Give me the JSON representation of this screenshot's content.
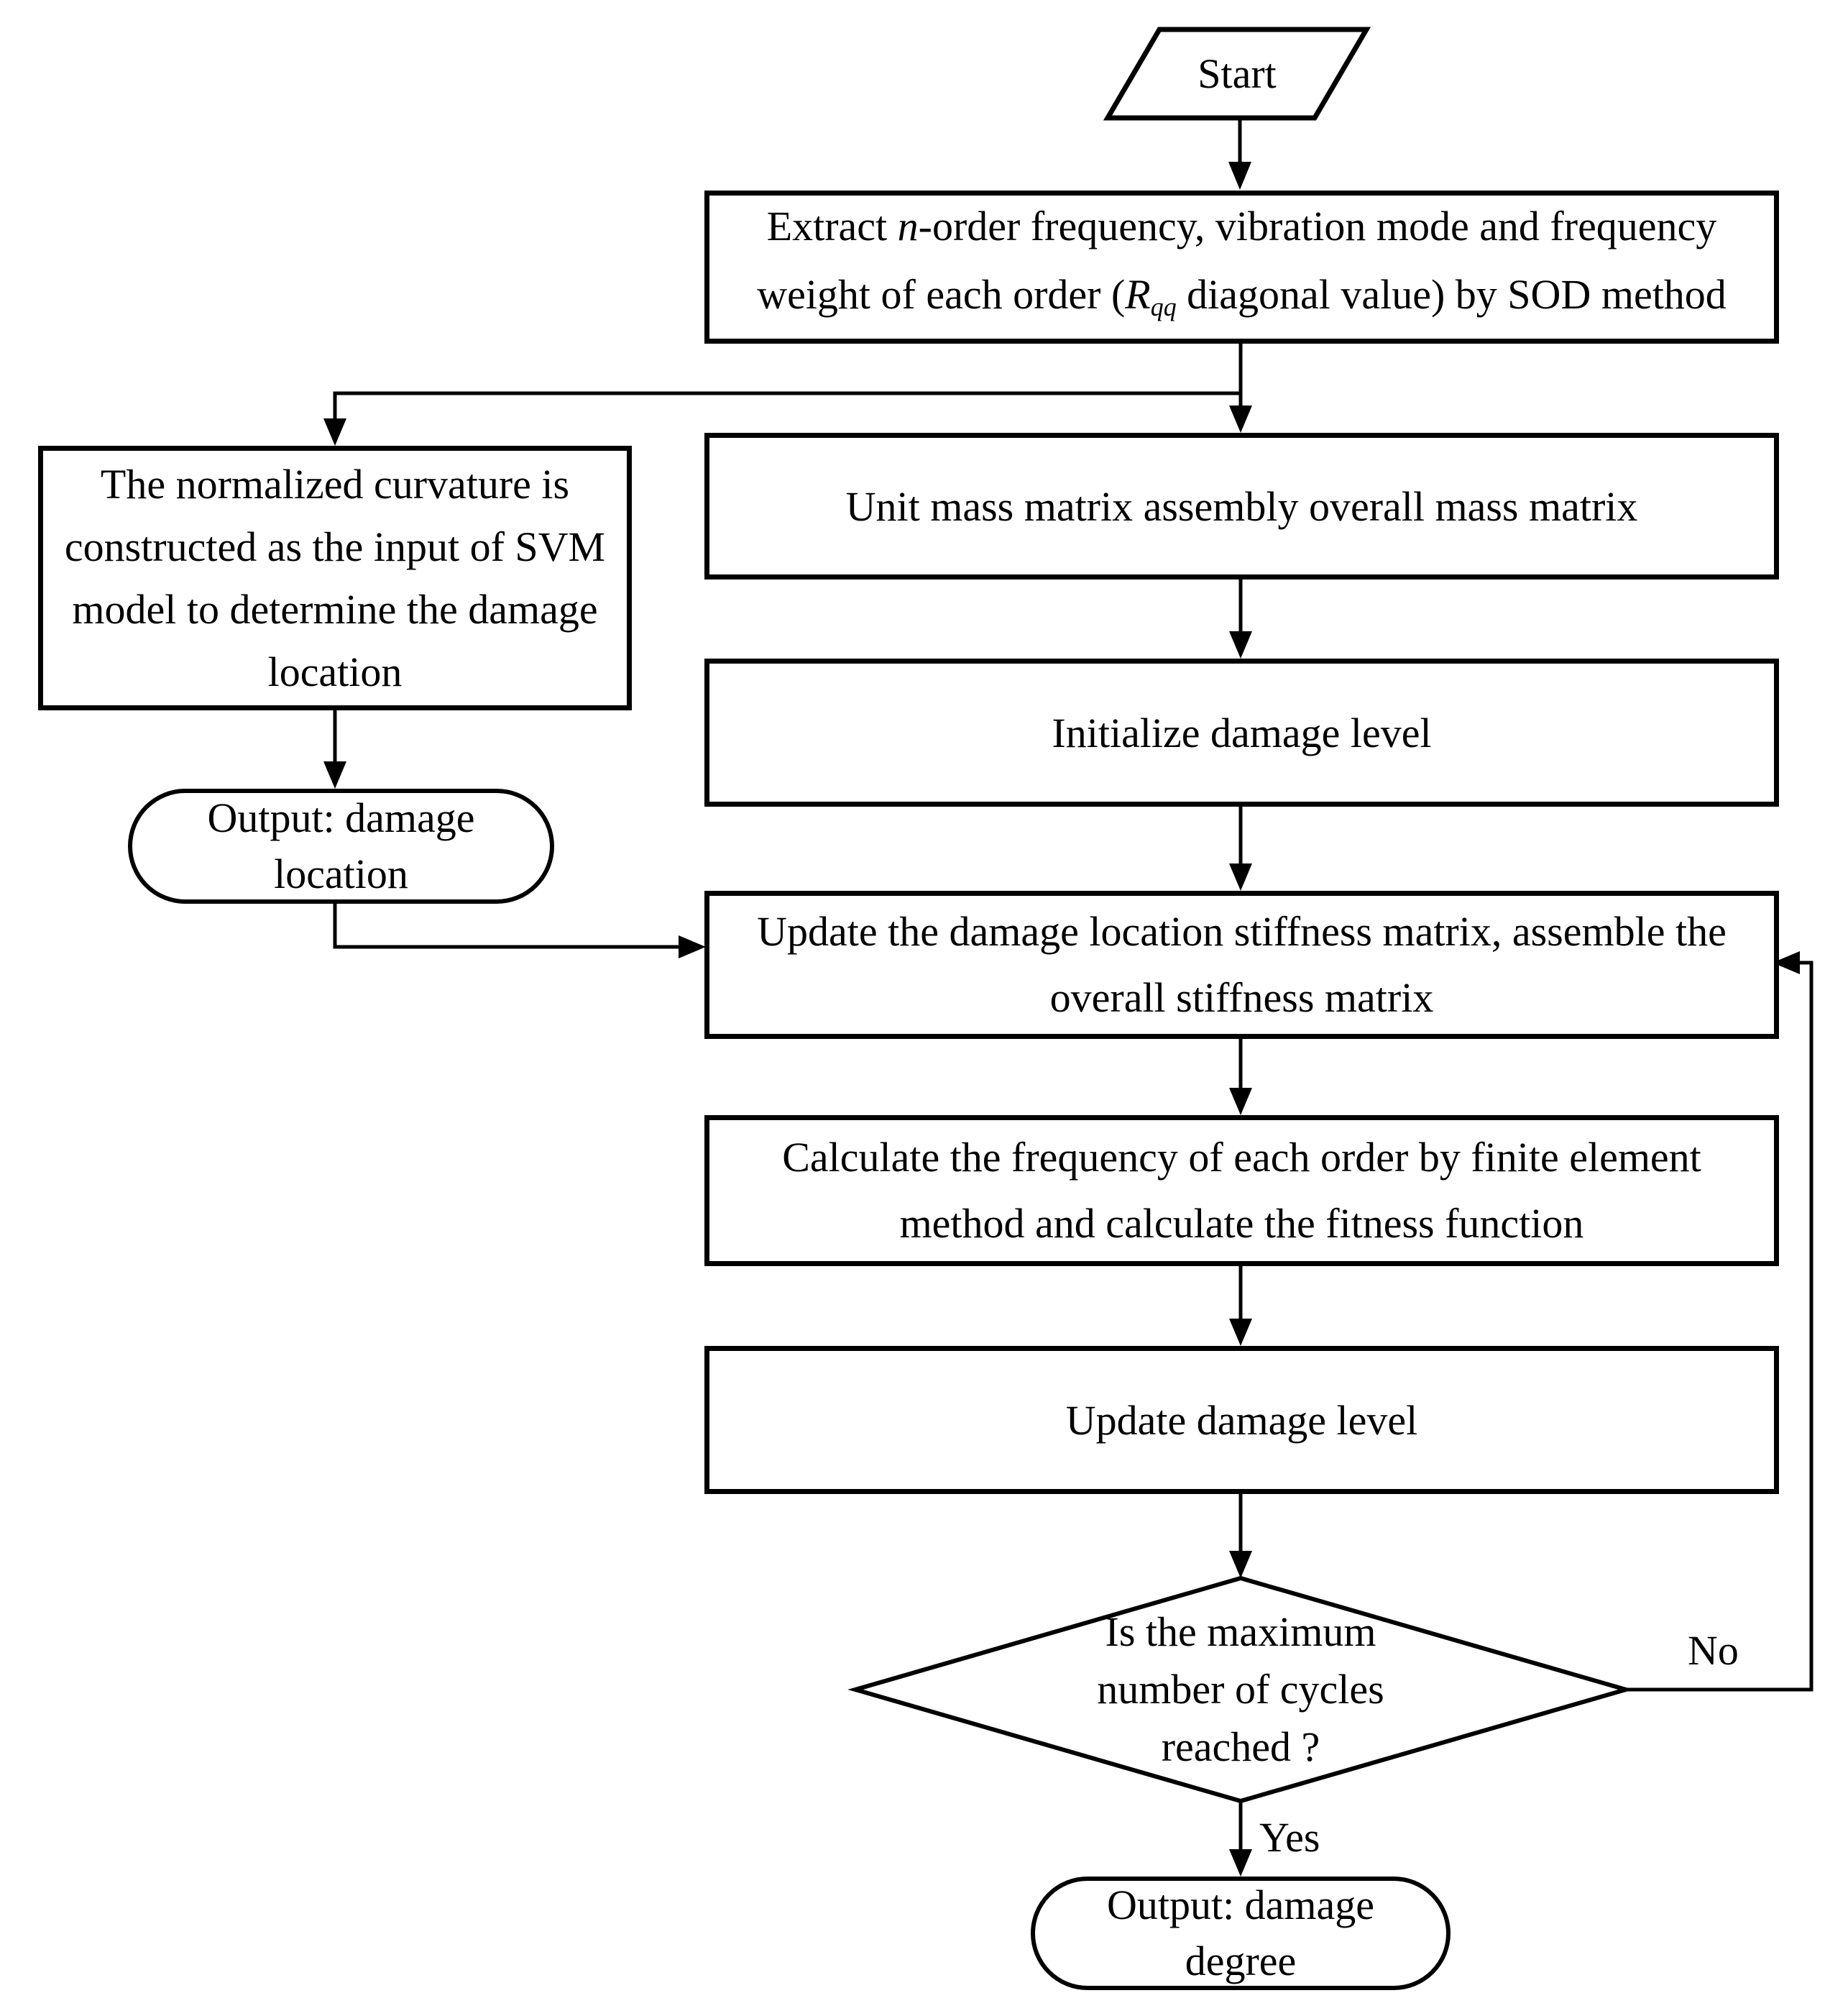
{
  "nodes": {
    "start": {
      "label": "Start"
    },
    "extract": {
      "line1": {
        "a": "Extract ",
        "b": "n",
        "c": "-order frequency, vibration mode and frequency"
      },
      "line2": {
        "a": "weight of each order (",
        "b": "R",
        "c": "qq",
        "d": " diagonal value) by SOD method"
      }
    },
    "svm": {
      "lines": [
        "The normalized curvature is",
        "constructed as the input of SVM",
        "model to determine the damage",
        "location"
      ]
    },
    "output_location": {
      "lines": [
        "Output: damage",
        "location"
      ]
    },
    "unit_mass": {
      "label": "Unit mass matrix assembly overall mass matrix"
    },
    "initialize": {
      "label": "Initialize damage level"
    },
    "update_stiffness": {
      "lines": [
        "Update the damage location stiffness matrix, assemble the",
        "overall stiffness matrix"
      ]
    },
    "calculate": {
      "lines": [
        "Calculate the frequency of each order by finite element",
        "method and calculate the fitness function"
      ]
    },
    "update_damage": {
      "label": "Update damage level"
    },
    "decision": {
      "lines": [
        "Is the maximum",
        "number of cycles",
        "reached ?"
      ]
    },
    "output_degree": {
      "lines": [
        "Output: damage",
        "degree"
      ]
    }
  },
  "edge_labels": {
    "yes": "Yes",
    "no": "No"
  },
  "edges": [
    {
      "from": "start",
      "to": "extract",
      "label": ""
    },
    {
      "from": "extract",
      "to": "unit_mass",
      "label": ""
    },
    {
      "from": "extract",
      "to": "svm",
      "label": ""
    },
    {
      "from": "svm",
      "to": "output_location",
      "label": ""
    },
    {
      "from": "output_location",
      "to": "update_stiffness",
      "label": ""
    },
    {
      "from": "unit_mass",
      "to": "initialize",
      "label": ""
    },
    {
      "from": "initialize",
      "to": "update_stiffness",
      "label": ""
    },
    {
      "from": "update_stiffness",
      "to": "calculate",
      "label": ""
    },
    {
      "from": "calculate",
      "to": "update_damage",
      "label": ""
    },
    {
      "from": "update_damage",
      "to": "decision",
      "label": ""
    },
    {
      "from": "decision",
      "to": "output_degree",
      "label": "Yes"
    },
    {
      "from": "decision",
      "to": "update_stiffness",
      "label": "No"
    }
  ],
  "colors": {
    "stroke": "#000000",
    "background": "#ffffff"
  }
}
